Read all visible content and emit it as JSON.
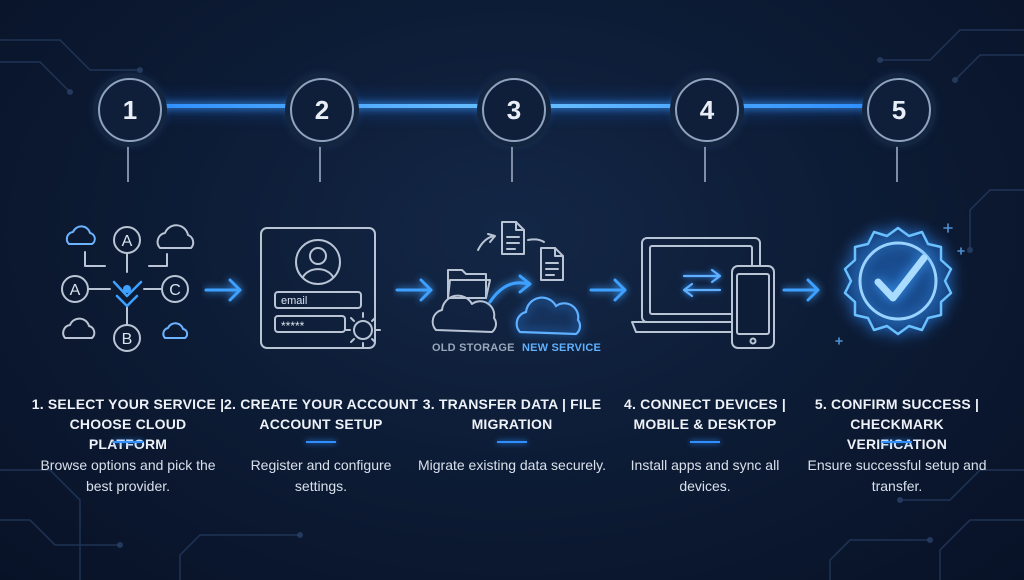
{
  "steps": [
    {
      "number": "1",
      "title": "1. SELECT YOUR SERVICE | CHOOSE CLOUD PLATFORM",
      "desc": "Browse options and pick the best provider.",
      "icon": "cloud-options-icon"
    },
    {
      "number": "2",
      "title": "2. CREATE YOUR ACCOUNT ACCOUNT SETUP",
      "desc": "Register and configure settings.",
      "icon": "account-form-icon"
    },
    {
      "number": "3",
      "title": "3. TRANSFER DATA | FILE MIGRATION",
      "desc": "Migrate existing data securely.",
      "icon": "data-transfer-icon"
    },
    {
      "number": "4",
      "title": "4. CONNECT DEVICES | MOBILE & DESKTOP",
      "desc": "Install apps and sync all devices.",
      "icon": "devices-sync-icon"
    },
    {
      "number": "5",
      "title": "5. CONFIRM SUCCESS | CHECKMARK VERIFICATION",
      "desc": "Ensure successful setup and transfer.",
      "icon": "checkmark-badge-icon"
    }
  ],
  "icon_labels": {
    "option_a": "A",
    "option_b": "B",
    "option_c": "C",
    "email": "email",
    "password": "*****",
    "old_storage": "OLD STORAGE",
    "new_service": "NEW SERVICE"
  },
  "colors": {
    "background": "#0c1a33",
    "accent": "#2f8fff",
    "glow": "#6cc2ff",
    "line": "#b9c4d4"
  }
}
